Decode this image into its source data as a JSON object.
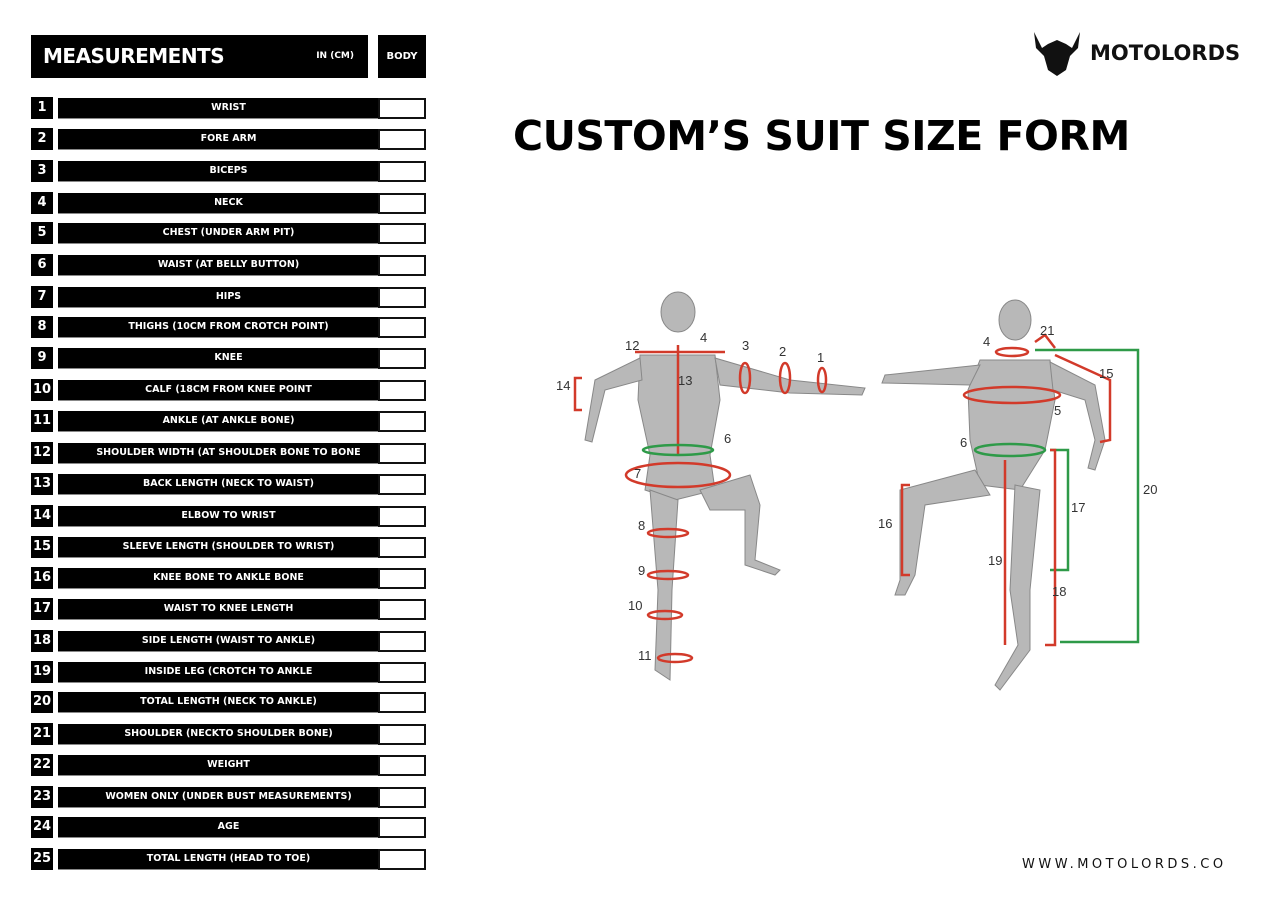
{
  "table": {
    "title": "MEASUREMENTS",
    "unit": "IN (CM)",
    "column": "BODY",
    "rows": [
      {
        "n": "1",
        "label": "WRIST"
      },
      {
        "n": "2",
        "label": "FORE ARM"
      },
      {
        "n": "3",
        "label": "BICEPS"
      },
      {
        "n": "4",
        "label": "NECK"
      },
      {
        "n": "5",
        "label": "CHEST (UNDER ARM PIT)"
      },
      {
        "n": "6",
        "label": "WAIST (AT BELLY BUTTON)"
      },
      {
        "n": "7",
        "label": "HIPS"
      },
      {
        "n": "8",
        "label": "THIGHS (10CM FROM CROTCH POINT)"
      },
      {
        "n": "9",
        "label": "KNEE"
      },
      {
        "n": "10",
        "label": "CALF (18CM FROM KNEE POINT"
      },
      {
        "n": "11",
        "label": "ANKLE (AT ANKLE BONE)"
      },
      {
        "n": "12",
        "label": "SHOULDER WIDTH (AT SHOULDER BONE TO BONE"
      },
      {
        "n": "13",
        "label": "BACK LENGTH (NECK TO WAIST)"
      },
      {
        "n": "14",
        "label": "ELBOW TO WRIST"
      },
      {
        "n": "15",
        "label": "SLEEVE LENGTH (SHOULDER TO WRIST)"
      },
      {
        "n": "16",
        "label": "KNEE BONE TO ANKLE BONE"
      },
      {
        "n": "17",
        "label": "WAIST TO KNEE LENGTH"
      },
      {
        "n": "18",
        "label": "SIDE LENGTH (WAIST TO ANKLE)"
      },
      {
        "n": "19",
        "label": "INSIDE LEG (CROTCH TO ANKLE"
      },
      {
        "n": "20",
        "label": "TOTAL LENGTH (NECK TO ANKLE)"
      },
      {
        "n": "21",
        "label": "SHOULDER (NECKTO SHOULDER BONE)"
      },
      {
        "n": "22",
        "label": "WEIGHT"
      },
      {
        "n": "23",
        "label": "WOMEN ONLY (UNDER BUST MEASUREMENTS)"
      },
      {
        "n": "24",
        "label": "AGE"
      },
      {
        "n": "25",
        "label": "TOTAL LENGTH (HEAD TO TOE)"
      }
    ]
  },
  "brand": {
    "name": "MOTOLORDS",
    "url": "WWW.MOTOLORDS.CO"
  },
  "title": "CUSTOM’S SUIT SIZE FORM",
  "figure": {
    "back_labels": [
      "12",
      "4",
      "3",
      "2",
      "1",
      "14",
      "13",
      "6",
      "7",
      "8",
      "9",
      "10",
      "11"
    ],
    "front_labels": [
      "4",
      "21",
      "15",
      "5",
      "6",
      "16",
      "17",
      "19",
      "18",
      "20"
    ]
  },
  "colors": {
    "measure_red": "#d23a2a",
    "measure_green": "#2e9a48",
    "measure_blue": "#2a3a8a"
  }
}
